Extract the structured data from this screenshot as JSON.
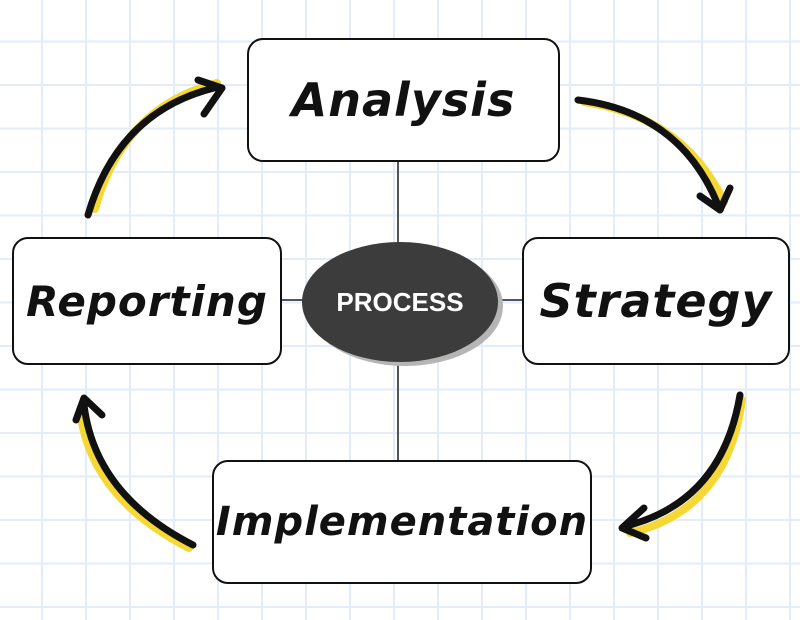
{
  "diagram": {
    "center": "PROCESS",
    "stages": [
      "Analysis",
      "Strategy",
      "Implementation",
      "Reporting"
    ],
    "colors": {
      "highlight": "#f5d835",
      "ink": "#111111",
      "center_fill": "#3c3c3c",
      "grid": "#e2edf9"
    }
  }
}
